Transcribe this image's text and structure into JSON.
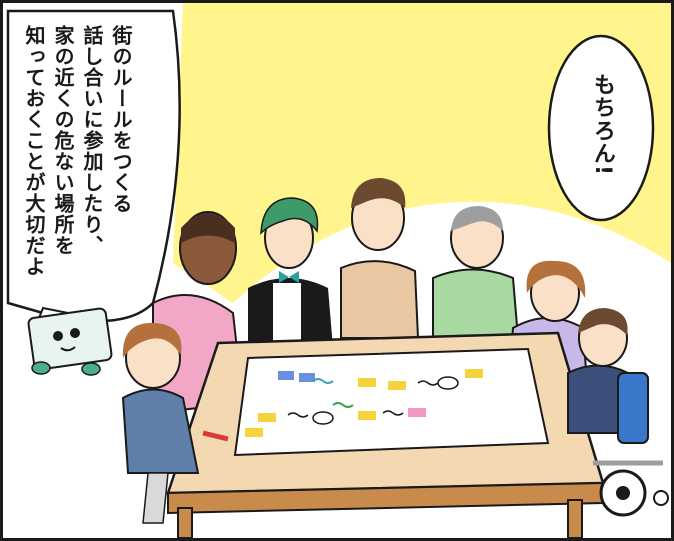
{
  "dialogue": {
    "left_bubble_lines": [
      "街のルールをつくる",
      "話し合いに参加したり、",
      "家の近くの危ない場所を",
      "知っておくことが大切だよ"
    ],
    "right_bubble": "もちろん!"
  },
  "colors": {
    "background_sun": "#fff58c",
    "table_top": "#f3d8b1",
    "table_edge": "#c98b4c",
    "paper": "#ffffff",
    "outline": "#1a1a1a"
  },
  "icons": {
    "mascot": "book-character-icon",
    "wheelchair": "wheelchair-icon"
  }
}
